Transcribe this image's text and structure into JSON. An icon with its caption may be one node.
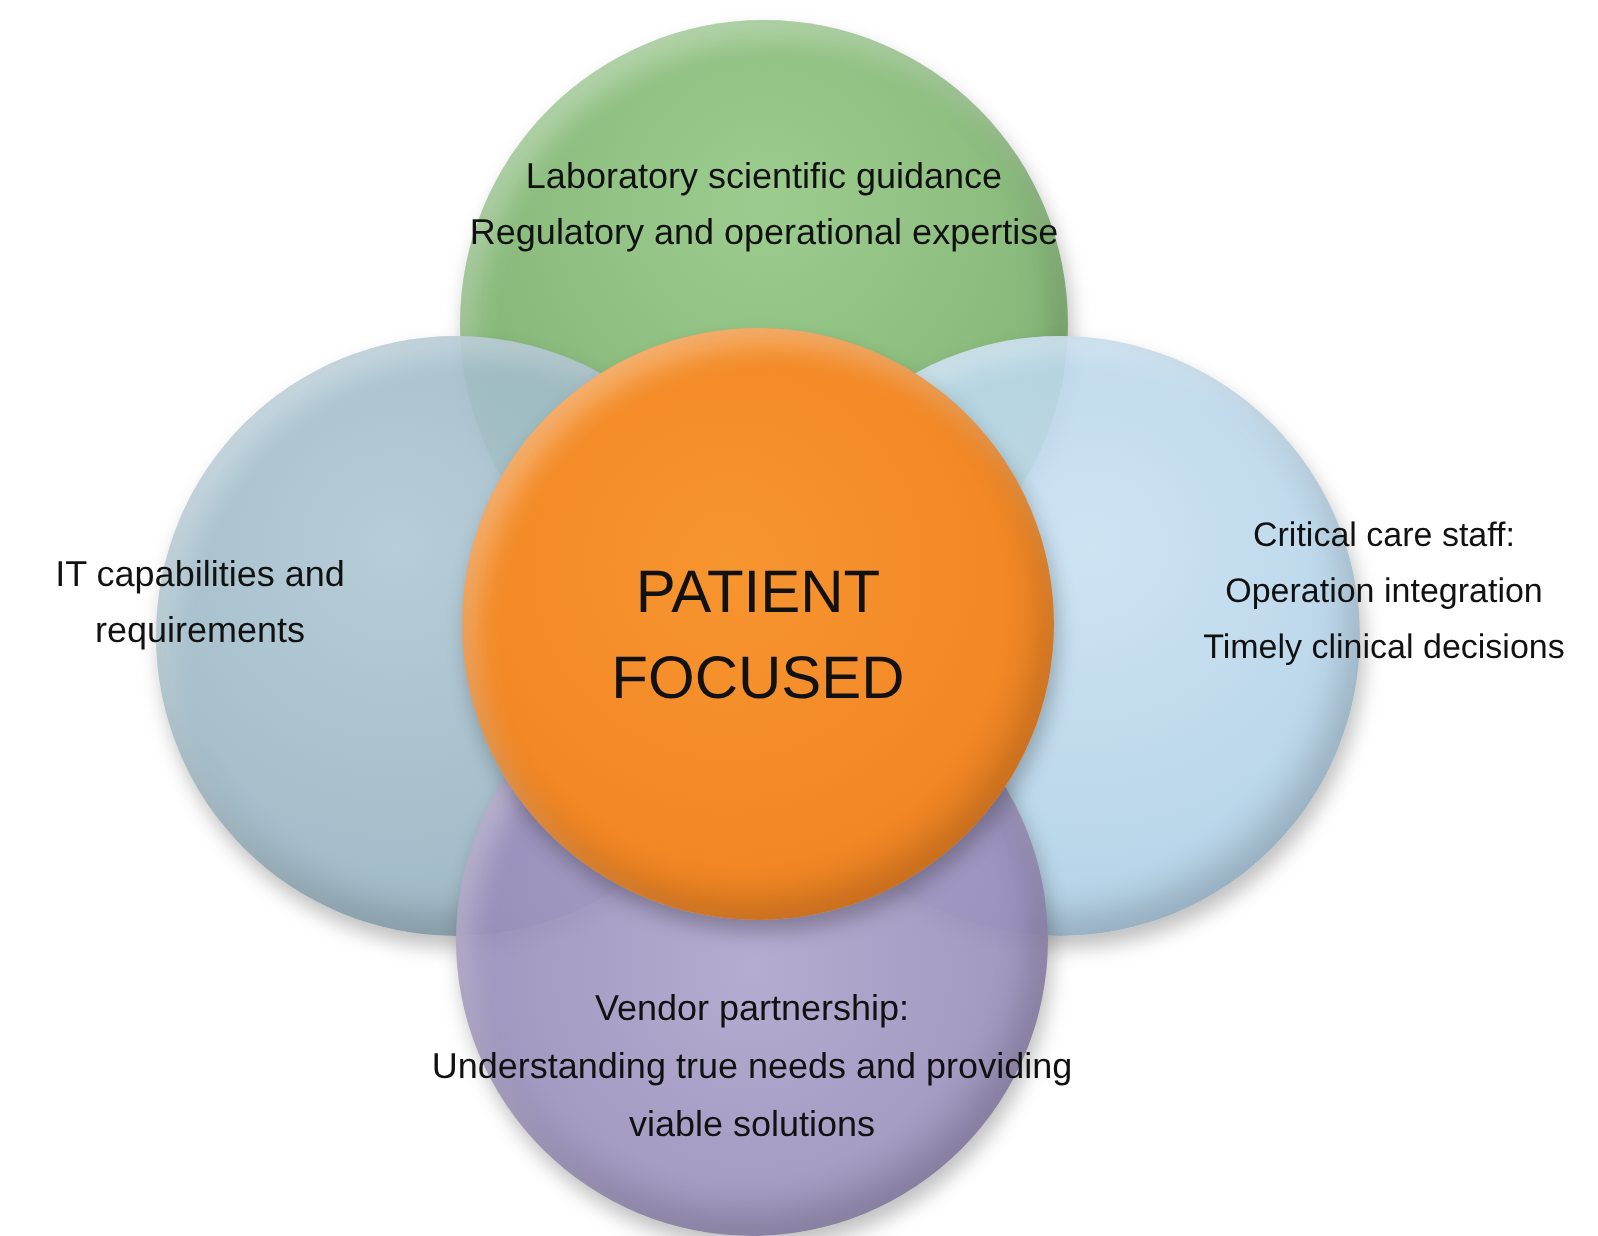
{
  "diagram": {
    "nodes": [
      {
        "text": [
          "Laboratory scientific guidance",
          "Regulatory and operational expertise"
        ]
      },
      {
        "text": [
          "IT capabilities and requirements"
        ]
      },
      {
        "text": [
          "PATIENT FOCUSED"
        ]
      },
      {
        "text": [
          "Critical care staff:",
          "Operation integration",
          "Timely clinical decisions"
        ]
      },
      {
        "text": [
          "Vendor partnership:",
          "Understanding true needs and providing viable solutions"
        ]
      }
    ]
  }
}
